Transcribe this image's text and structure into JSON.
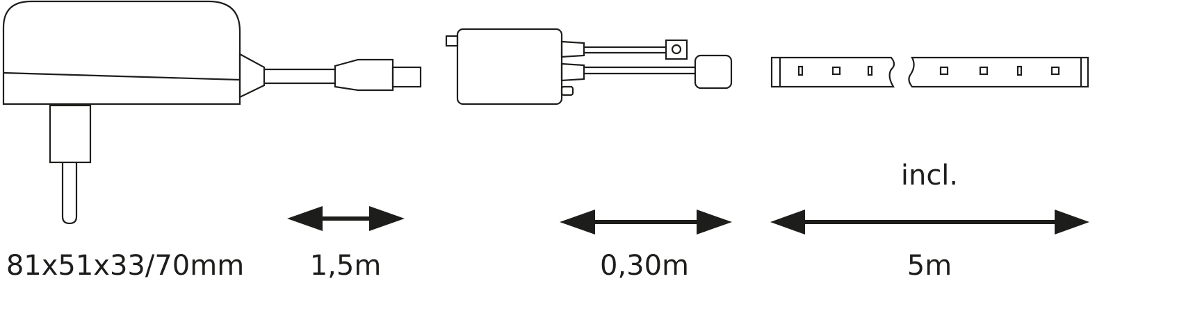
{
  "labels": {
    "adapter_dimensions": "81x51x33/70mm",
    "adapter_cable_length": "1,5m",
    "controller_cable_length": "0,30m",
    "strip_length": "5m",
    "strip_note": "incl."
  },
  "colors": {
    "line": "#1d1d1b",
    "background": "#ffffff"
  }
}
